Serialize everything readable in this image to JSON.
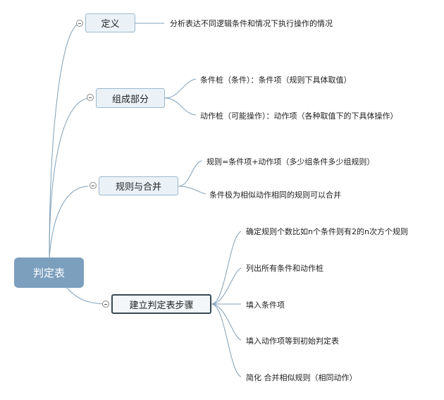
{
  "root": {
    "label": "判定表"
  },
  "branches": [
    {
      "id": "definition",
      "label": "定义",
      "children": [
        "分析表达不同逻辑条件和情况下执行操作的情况"
      ]
    },
    {
      "id": "components",
      "label": "组成部分",
      "children": [
        "条件桩（条件）：条件项（规则下具体取值）",
        "动作桩（可能操作）：动作项（各种取值下的下具体操作）"
      ]
    },
    {
      "id": "rules",
      "label": "规则与合并",
      "children": [
        "规则=条件项+动作项（多少组条件多少组规则）",
        "条件极为相似动作相同的规则可以合并"
      ]
    },
    {
      "id": "steps",
      "label": "建立判定表步骤",
      "children": [
        "确定规则个数比如n个条件则有2的n次方个规则",
        "列出所有条件和动作桩",
        "填入条件项",
        "填入动作项等到初始判定表",
        "简化 合并相似规则（相同动作）"
      ]
    }
  ],
  "colors": {
    "root_fill": "#7c9fbe",
    "topic_fill": "#eaf2f8",
    "topic_border": "#9db7cb",
    "line": "#7f9fb8"
  }
}
